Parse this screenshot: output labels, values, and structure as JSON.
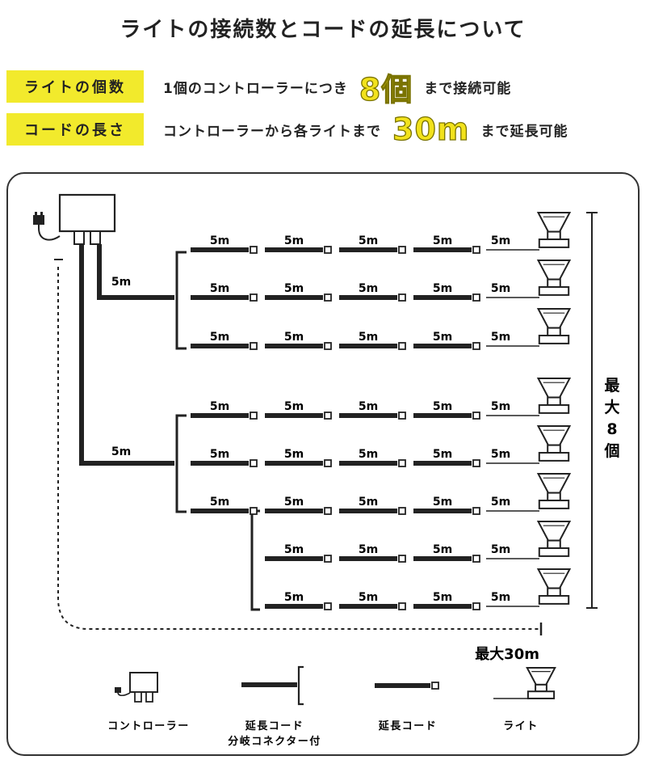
{
  "title": "ライトの接続数とコードの延長について",
  "rows": [
    {
      "tag": "ライトの個数",
      "pre": "1個のコントローラーにつき",
      "big": "8個",
      "post": "まで接続可能"
    },
    {
      "tag": "コードの長さ",
      "pre": "コントローラーから各ライトまで",
      "big": "30m",
      "post": "まで延長可能"
    }
  ],
  "diagram": {
    "segment_label": "5m",
    "max_lights_label": [
      "最",
      "大",
      "8",
      "個"
    ],
    "max_length_label": "最大30m"
  },
  "legend": [
    {
      "name": "controller",
      "label": "コントローラー"
    },
    {
      "name": "extension-cord-with-splitter",
      "label": "延長コード\n分岐コネクター付"
    },
    {
      "name": "extension-cord",
      "label": "延長コード"
    },
    {
      "name": "light",
      "label": "ライト"
    }
  ],
  "colors": {
    "accent_yellow": "#f2ea2c",
    "ink": "#222222"
  }
}
